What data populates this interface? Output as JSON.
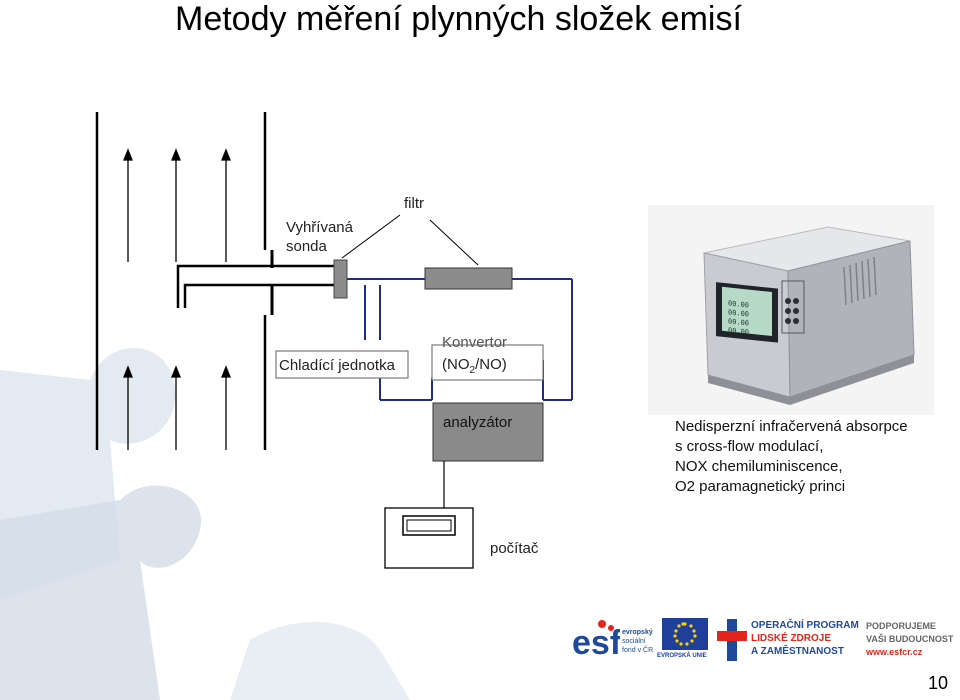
{
  "title": "Metody měření plynných složek emisí",
  "diagram": {
    "labels": {
      "probe": [
        "Vyhřívaná",
        "sonda"
      ],
      "filter": "filtr",
      "cooler": "Chladící jednotka",
      "converter_line1": "Konvertor",
      "converter_line2_prefix": "(NO",
      "converter_line2_sub": "2",
      "converter_line2_suffix": "/NO)",
      "analyzer": "analyzátor",
      "computer": "počítač"
    },
    "colors": {
      "pipe": "#1f2b8f",
      "box": "#7a7a7a",
      "stack": "#000000"
    }
  },
  "device_screen_lines": [
    "00.00",
    "00.00",
    "00.00",
    "00.00"
  ],
  "description": [
    "Nedisperzní infračervená absorpce",
    "s cross-flow modulací,",
    "NOX chemiluminiscence,",
    "O2 paramagnetický princi"
  ],
  "footer": {
    "esf_lines": [
      "evropský",
      "sociální",
      "fond v ČR"
    ],
    "eu_label": "EVROPSKÁ UNIE",
    "op_lines": [
      "OPERAČNÍ PROGRAM",
      "LIDSKÉ ZDROJE",
      "A ZAMĚSTNANOST"
    ],
    "support_lines": [
      "PODPORUJEME",
      "VAŠI BUDOUCNOST",
      "www.esfcr.cz"
    ]
  },
  "page_number": "10"
}
